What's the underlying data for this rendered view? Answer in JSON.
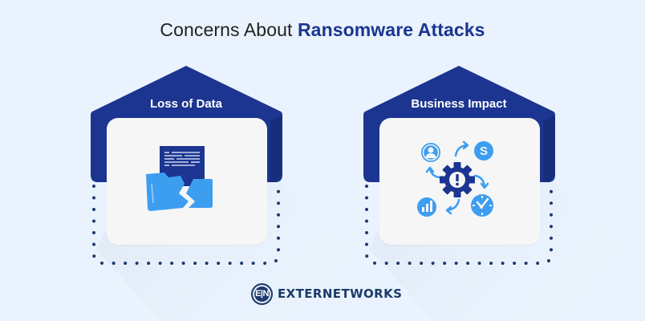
{
  "title": {
    "prefix": "Concerns About ",
    "accent": "Ransomware Attacks"
  },
  "concerns": [
    {
      "label": "Loss of Data",
      "icon": "broken-folder-document-icon"
    },
    {
      "label": "Business Impact",
      "icon": "gear-alert-cycle-icon",
      "sub_icons": [
        "user-icon",
        "dollar-icon",
        "clock-icon",
        "bar-chart-icon"
      ]
    }
  ],
  "logo": {
    "mark": "E|N",
    "text": "EXTERNETWORKS"
  },
  "colors": {
    "background": "#eaf3fd",
    "navy": "#1b3590",
    "light_blue": "#3d9ef0",
    "card": "#f6f6f6",
    "dots": "#1c3a6b",
    "title_text": "#222222"
  }
}
